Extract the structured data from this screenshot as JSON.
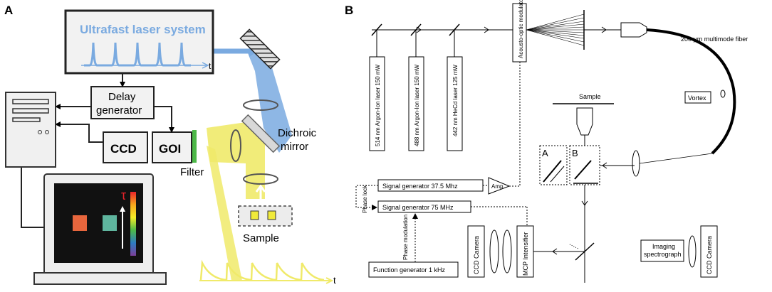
{
  "panel_a": {
    "letter": "A",
    "laser_title": "Ultrafast laser system",
    "laser_axis": "t",
    "delay_line1": "Delay",
    "delay_line2": "generator",
    "ccd": "CCD",
    "goi": "GOI",
    "filter": "Filter",
    "dichroic_line1": "Dichroic",
    "dichroic_line2": "mirror",
    "sample": "Sample",
    "tau": "τ",
    "decay_axis": "t",
    "colors": {
      "laser_blue": "#7aaae0",
      "beam_yellow": "#f0ea6a",
      "filter_green": "#4db848",
      "tau_red": "#e8232a",
      "sq_orange": "#e7663d",
      "sq_teal": "#5fb59e"
    }
  },
  "panel_b": {
    "letter": "B",
    "aom": "Acousto-optic modulator",
    "fiber": "200 μm multimode fiber",
    "laser1": "514 nm Argon-Ion laser 150 mW",
    "laser2": "488 nm Argon-Ion laser 150 mW",
    "laser3": "442 nm HeCd laser 125 mW",
    "sample": "Sample",
    "vortex": "Vortex",
    "opt_a": "A",
    "opt_b": "B",
    "sig1": "Signal generator 37.5 Mhz",
    "sig2": "Signal generator 75 MHz",
    "amp": "Amp",
    "phase_lock": "Phase lock",
    "phase_mod": "Phase modulation",
    "func_gen": "Function generator 1 kHz",
    "ccd_camera": "CCD Camera",
    "mcp": "MCP Intensifier",
    "imaging": "Imaging spectrograph",
    "ccd_camera2": "CCD Camera"
  }
}
